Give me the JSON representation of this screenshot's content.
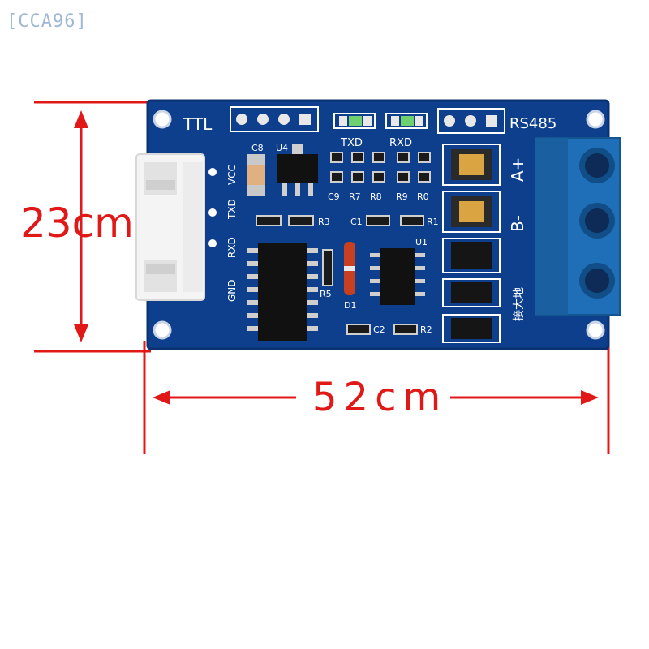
{
  "watermark": "[CCA96]",
  "dimensions": {
    "height": "23cm",
    "width": "52cm"
  },
  "board": {
    "header_left": "TTL",
    "header_right": "RS485",
    "led_labels": [
      "TXD",
      "RXD"
    ],
    "pin_labels": [
      "GND",
      "RXD",
      "TXD",
      "VCC"
    ],
    "terminal_labels": [
      "A+",
      "B-"
    ],
    "components": [
      "C8",
      "U4",
      "C9",
      "R7",
      "R8",
      "R9",
      "R0",
      "R3",
      "C1",
      "R1",
      "U1",
      "R5",
      "D1",
      "C2",
      "R2"
    ],
    "chinese_label": "接大地"
  },
  "colors": {
    "pcb": "#0d3f8c",
    "dimension": "#e01818",
    "terminal": "#1f6fb8",
    "silk": "#ffffff"
  }
}
